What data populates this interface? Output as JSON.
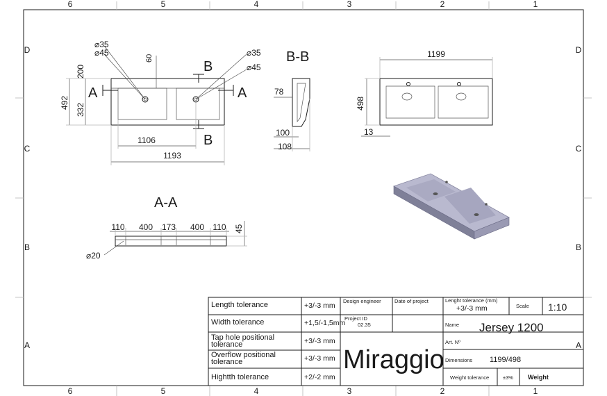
{
  "frame": {
    "columns": [
      "6",
      "5",
      "4",
      "3",
      "2",
      "1"
    ],
    "rows": [
      "D",
      "C",
      "B",
      "A"
    ]
  },
  "top_view": {
    "dims": {
      "d35": "⌀35",
      "d45": "⌀45",
      "d60": "60",
      "d200": "200",
      "d492": "492",
      "d332": "332",
      "d1106": "1106",
      "d1193": "1193",
      "d35b": "⌀35",
      "d45b": "⌀45"
    },
    "section_marks": {
      "a_left": "A",
      "a_right": "A",
      "b_top": "B",
      "b_bottom": "B"
    }
  },
  "bb_view": {
    "title": "B-B",
    "dims": {
      "d78": "78",
      "d100": "100",
      "d108": "108"
    }
  },
  "right_view": {
    "dims": {
      "d1199": "1199",
      "d498": "498",
      "d13": "13"
    }
  },
  "aa_view": {
    "title": "A-A",
    "dims": {
      "d110a": "110",
      "d400a": "400",
      "d173": "173",
      "d400b": "400",
      "d110b": "110",
      "d45": "45",
      "d20": "⌀20"
    }
  },
  "title_block": {
    "tolerances": [
      {
        "label": "Length tolerance",
        "value": "+3/-3 mm"
      },
      {
        "label": "Width tolerance",
        "value": "+1,5/-1,5mm"
      },
      {
        "label": "Tap hole positional tolerance",
        "value": "+3/-3 mm"
      },
      {
        "label": "Overflow positional tolerance",
        "value": "+3/-3 mm"
      },
      {
        "label": "Hightth tolerance",
        "value": "+2/-2 mm"
      }
    ],
    "design_engineer": "Design engineer",
    "date_of_project": "Date of project",
    "project_id_label": "Project ID",
    "project_id_value": "02.35",
    "brand": "Miraggio",
    "length_tol_label": "Lenght tolerance (mm)",
    "length_tol_value": "+3/-3 mm",
    "scale_label": "Scale",
    "scale_value": "1:10",
    "name_label": "Name",
    "name_value": "Jersey 1200",
    "art_label": "Art. Nº",
    "dimensions_label": "Dimensions",
    "dimensions_value": "1199/498",
    "weight_tol_label": "Weight tolerance",
    "weight_tol_value": "±3%",
    "weight_label": "Weight"
  }
}
